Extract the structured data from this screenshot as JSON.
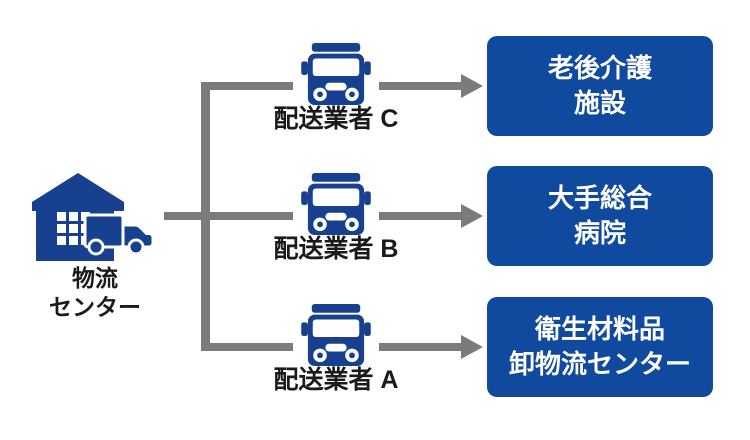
{
  "theme": {
    "background": "#ffffff",
    "box_blue": "#0f4a9e",
    "icon_blue": "#17418f",
    "line_gray": "#7b7b7b",
    "label_color": "#1a1a1a",
    "box_text_color": "#ffffff"
  },
  "source": {
    "icon": "warehouse-truck-icon",
    "label_line1": "物流",
    "label_line2": "センター"
  },
  "rows": [
    {
      "icon": "delivery-truck-icon",
      "carrier": "配送業者 C",
      "destination_line1": "老後介護",
      "destination_line2": "施設"
    },
    {
      "icon": "delivery-truck-icon",
      "carrier": "配送業者 B",
      "destination_line1": "大手総合",
      "destination_line2": "病院"
    },
    {
      "icon": "delivery-truck-icon",
      "carrier": "配送業者 A",
      "destination_line1": "衛生材料品",
      "destination_line2": "卸物流センター"
    }
  ]
}
